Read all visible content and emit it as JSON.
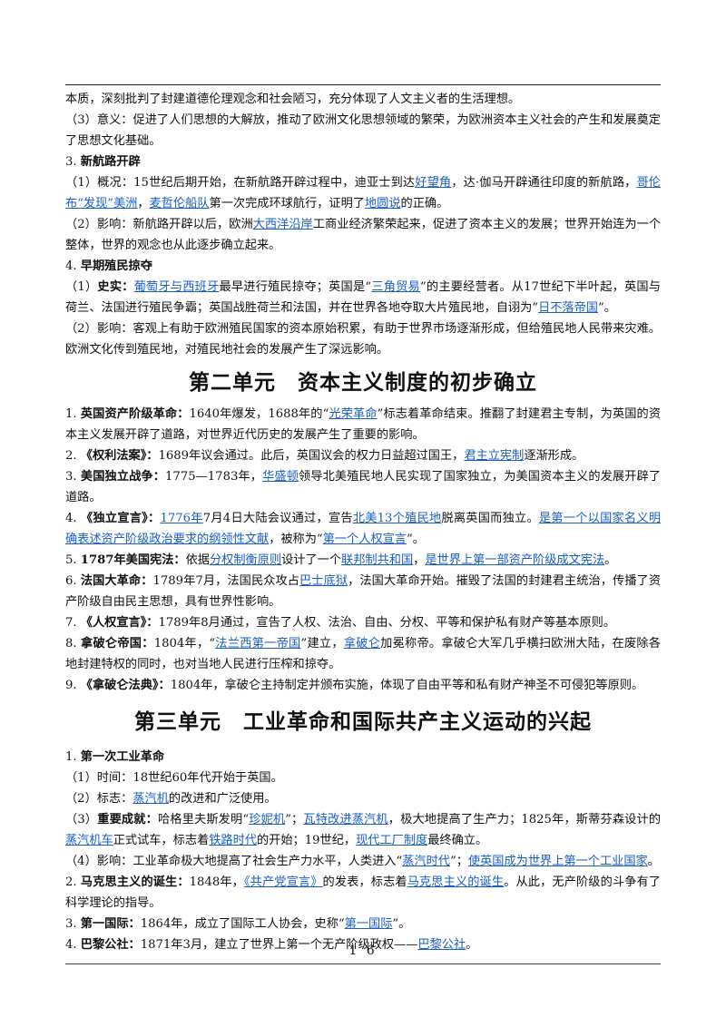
{
  "page_number": "1 6",
  "sections": [
    {
      "type": "p",
      "runs": [
        {
          "t": "本质，深刻批判了封建道德伦理观念和社会陋习，充分体现了人文主义者的生活理想。"
        }
      ]
    },
    {
      "type": "p",
      "runs": [
        {
          "t": "（3）意义：促进了人们思想的大解放，推动了欧洲文化思想领域的繁荣，为欧洲资本主义社会的产生和发展奠定了思想文化基础。"
        }
      ]
    },
    {
      "type": "p",
      "runs": [
        {
          "t": "3. "
        },
        {
          "t": "新航路开辟",
          "b": true
        }
      ]
    },
    {
      "type": "p",
      "runs": [
        {
          "t": "（1）概况：15世纪后期开始，在新航路开辟过程中，迪亚士到达"
        },
        {
          "t": "好望角",
          "link": true
        },
        {
          "t": "，达·伽马开辟通往印度的新航路，"
        },
        {
          "t": "哥伦布“发现”美洲",
          "link": true
        },
        {
          "t": "，"
        },
        {
          "t": "麦哲伦船队",
          "link": true
        },
        {
          "t": "第一次完成环球航行，证明了"
        },
        {
          "t": "地圆说",
          "link": true
        },
        {
          "t": "的正确。"
        }
      ]
    },
    {
      "type": "p",
      "runs": [
        {
          "t": "（2）影响：新航路开辟以后，欧洲"
        },
        {
          "t": "大西洋沿岸",
          "link": true
        },
        {
          "t": "工商业经济繁荣起来，促进了资本主义的发展；世界开始连为一个整体，世界的观念也从此逐步确立起来。"
        }
      ]
    },
    {
      "type": "p",
      "runs": [
        {
          "t": "4. "
        },
        {
          "t": "早期殖民掠夺",
          "b": true
        }
      ]
    },
    {
      "type": "p",
      "runs": [
        {
          "t": "（1）"
        },
        {
          "t": "史实：",
          "b": true
        },
        {
          "t": "葡萄牙与西班牙",
          "link": true
        },
        {
          "t": "最早进行殖民掠夺；英国是“"
        },
        {
          "t": "三角贸易",
          "link": true
        },
        {
          "t": "”的主要经营者。从17世纪下半叶起，英国与荷兰、法国进行殖民争霸；英国战胜荷兰和法国，并在世界各地夺取大片殖民地，自诩为“"
        },
        {
          "t": "日不落帝国",
          "link": true
        },
        {
          "t": "”。"
        }
      ]
    },
    {
      "type": "p",
      "runs": [
        {
          "t": "（2）影响：客观上有助于欧洲殖民国家的资本原始积累，有助于世界市场逐渐形成，但给殖民地人民带来灾难。欧洲文化传到殖民地，对殖民地社会的发展产生了深远影响。"
        }
      ]
    },
    {
      "type": "h2",
      "cls": "h2a",
      "text": "第二单元　资本主义制度的初步确立"
    },
    {
      "type": "p",
      "runs": [
        {
          "t": "1. "
        },
        {
          "t": "英国资产阶级革命：",
          "b": true
        },
        {
          "t": "1640年爆发，1688年的“"
        },
        {
          "t": "光荣革命",
          "link": true
        },
        {
          "t": "”标志着革命结束。推翻了封建君主专制，为英国的资本主义发展开辟了道路，对世界近代历史的发展产生了重要的影响。"
        }
      ]
    },
    {
      "type": "p",
      "runs": [
        {
          "t": "2. "
        },
        {
          "t": "《权利法案》：",
          "b": true
        },
        {
          "t": "1689年议会通过。此后，英国议会的权力日益超过国王，"
        },
        {
          "t": "君主立宪制",
          "link": true
        },
        {
          "t": "逐渐形成。"
        }
      ]
    },
    {
      "type": "p",
      "runs": [
        {
          "t": "3. "
        },
        {
          "t": "美国独立战争：",
          "b": true
        },
        {
          "t": "1775—1783年，"
        },
        {
          "t": "华盛顿",
          "link": true
        },
        {
          "t": "领导北美殖民地人民实现了国家独立，为美国资本主义的发展开辟了道路。"
        }
      ]
    },
    {
      "type": "p",
      "runs": [
        {
          "t": "4. "
        },
        {
          "t": "《独立宣言》：",
          "b": true
        },
        {
          "t": "1776年",
          "link": true
        },
        {
          "t": "7月4日大陆会议通过，宣告"
        },
        {
          "t": "北美13个殖民地",
          "link": true
        },
        {
          "t": "脱离英国而独立。"
        },
        {
          "t": "是第一个以国家名义明确表述资产阶级政治要求的纲领性文献",
          "link": true
        },
        {
          "t": "，被称为“"
        },
        {
          "t": "第一个人权宣言",
          "link": true
        },
        {
          "t": "”。"
        }
      ]
    },
    {
      "type": "p",
      "runs": [
        {
          "t": "5. "
        },
        {
          "t": "1787年美国宪法：",
          "b": true
        },
        {
          "t": "依据"
        },
        {
          "t": "分权制衡原则",
          "link": true
        },
        {
          "t": "设计了一个"
        },
        {
          "t": "联邦制共和国",
          "link": true
        },
        {
          "t": "，"
        },
        {
          "t": "是世界上第一部资产阶级成文宪法",
          "link": true
        },
        {
          "t": "。"
        }
      ]
    },
    {
      "type": "p",
      "runs": [
        {
          "t": "6. "
        },
        {
          "t": "法国大革命：",
          "b": true
        },
        {
          "t": "1789年7月，法国民众攻占"
        },
        {
          "t": "巴士底狱",
          "link": true
        },
        {
          "t": "，法国大革命开始。摧毁了法国的封建君主统治，传播了资产阶级自由民主思想，具有世界性影响。"
        }
      ]
    },
    {
      "type": "p",
      "runs": [
        {
          "t": "7. "
        },
        {
          "t": "《人权宣言》：",
          "b": true
        },
        {
          "t": "1789年8月通过，宣告了人权、法治、自由、分权、平等和保护私有财产等基本原则。"
        }
      ]
    },
    {
      "type": "p",
      "runs": [
        {
          "t": "8. "
        },
        {
          "t": "拿破仑帝国：",
          "b": true
        },
        {
          "t": "1804年，“"
        },
        {
          "t": "法兰西第一帝国",
          "link": true
        },
        {
          "t": "”建立，"
        },
        {
          "t": "拿破仑",
          "link": true
        },
        {
          "t": "加冕称帝。拿破仑大军几乎横扫欧洲大陆，在废除各地封建特权的同时，也对当地人民进行压榨和掠夺。"
        }
      ]
    },
    {
      "type": "p",
      "runs": [
        {
          "t": "9. "
        },
        {
          "t": "《拿破仑法典》：",
          "b": true
        },
        {
          "t": "1804年，拿破仑主持制定并颁布实施，体现了自由平等和私有财产神圣不可侵犯等原则。"
        }
      ]
    },
    {
      "type": "h2",
      "cls": "h2b",
      "text": "第三单元　工业革命和国际共产主义运动的兴起"
    },
    {
      "type": "p",
      "runs": [
        {
          "t": "1. "
        },
        {
          "t": "第一次工业革命",
          "b": true
        }
      ]
    },
    {
      "type": "p",
      "runs": [
        {
          "t": "（1）时间：18世纪60年代开始于英国。"
        }
      ]
    },
    {
      "type": "p",
      "runs": [
        {
          "t": "（2）标志："
        },
        {
          "t": "蒸汽机",
          "link": true
        },
        {
          "t": "的改进和广泛使用。"
        }
      ]
    },
    {
      "type": "p",
      "runs": [
        {
          "t": "（3）"
        },
        {
          "t": "重要成就：",
          "b": true
        },
        {
          "t": "哈格里夫斯发明“"
        },
        {
          "t": "珍妮机",
          "link": true
        },
        {
          "t": "”；"
        },
        {
          "t": "瓦特改进蒸汽机",
          "link": true
        },
        {
          "t": "，极大地提高了生产力；1825年，斯蒂芬森设计的"
        },
        {
          "t": "蒸汽机车",
          "link": true
        },
        {
          "t": "正式试车，标志着"
        },
        {
          "t": "铁路时代",
          "link": true
        },
        {
          "t": "的开始；19世纪，"
        },
        {
          "t": "现代工厂制度",
          "link": true
        },
        {
          "t": "最终确立。"
        }
      ]
    },
    {
      "type": "p",
      "runs": [
        {
          "t": "（4）影响：工业革命极大地提高了社会生产力水平，人类进入“"
        },
        {
          "t": "蒸汽时代",
          "link": true
        },
        {
          "t": "”；"
        },
        {
          "t": "使英国成为世界上第一个工业国家",
          "link": true
        },
        {
          "t": "。"
        }
      ]
    },
    {
      "type": "p",
      "runs": [
        {
          "t": "2. "
        },
        {
          "t": "马克思主义的诞生：",
          "b": true
        },
        {
          "t": "1848年，"
        },
        {
          "t": "《共产党宣言》",
          "link": true
        },
        {
          "t": "的发表，标志着"
        },
        {
          "t": "马克思主义的诞生",
          "link": true
        },
        {
          "t": "。从此，无产阶级的斗争有了科学理论的指导。"
        }
      ]
    },
    {
      "type": "p",
      "runs": [
        {
          "t": "3. "
        },
        {
          "t": "第一国际：",
          "b": true
        },
        {
          "t": "1864年，成立了国际工人协会，史称“"
        },
        {
          "t": "第一国际",
          "link": true
        },
        {
          "t": "”。"
        }
      ]
    },
    {
      "type": "p",
      "runs": [
        {
          "t": "4. "
        },
        {
          "t": "巴黎公社：",
          "b": true
        },
        {
          "t": "1871年3月，建立了世界上第一个无产阶级政权——"
        },
        {
          "t": "巴黎公社",
          "link": true
        },
        {
          "t": "。"
        }
      ]
    }
  ]
}
